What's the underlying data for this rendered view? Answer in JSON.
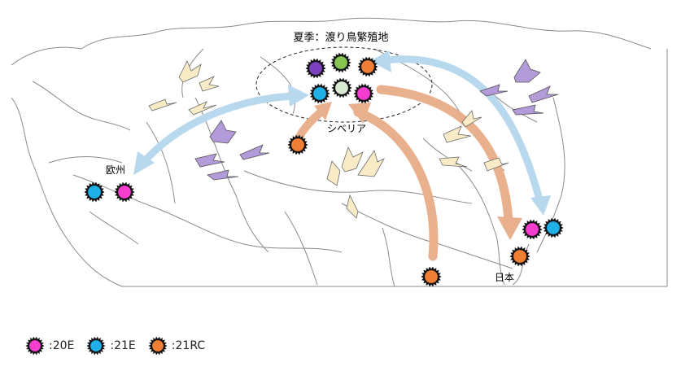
{
  "title": "夏季：渡り鳥繁殖地",
  "places": {
    "siberia": "シベリア",
    "europe": "欧州",
    "japan": "日本"
  },
  "colors": {
    "pink": "#f53dd0",
    "blue": "#1fb0e8",
    "orange": "#f07f35",
    "purple": "#7b3fbf",
    "green": "#86c552",
    "pale": "#d9ead3",
    "arrow_blue": "#b8d8ee",
    "arrow_orange": "#e9b08e",
    "bird_cream": "#f8ebc5",
    "bird_purple": "#b39ad8",
    "map_line": "#8a8a8a"
  },
  "legend": [
    {
      "color": "pink",
      "label": ":20E"
    },
    {
      "color": "blue",
      "label": ":21E"
    },
    {
      "color": "orange",
      "label": ":21RC"
    }
  ]
}
